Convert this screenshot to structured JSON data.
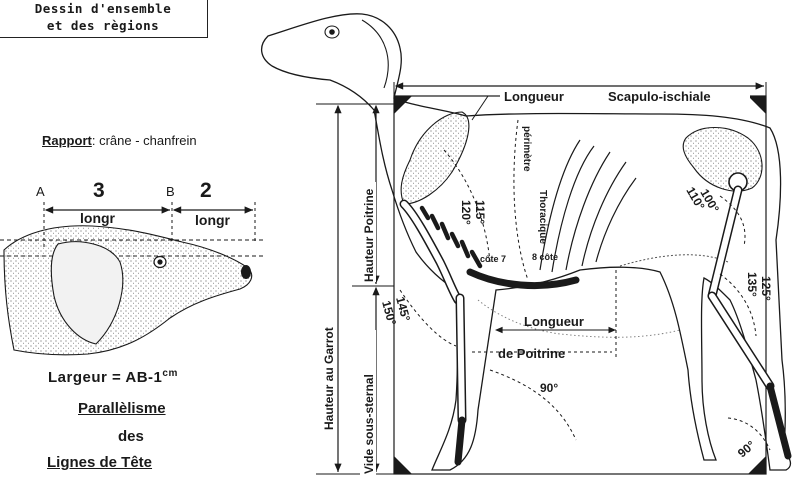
{
  "title": {
    "line1": "Dessin  d'ensemble",
    "line2": "et  des  règions"
  },
  "head_study": {
    "rapport_label": "Rapport",
    "rapport_text": ": crâne - chanfrein",
    "marker_a": "A",
    "marker_b": "B",
    "ratio_skull": "3",
    "ratio_muzzle": "2",
    "long_label_1": "longr",
    "long_label_2": "longr",
    "largeur": "Largeur = AB-1",
    "largeur_unit": "cm",
    "parallelisme": "Parallèlisme",
    "des": "des",
    "lignes": "Lignes de Tête"
  },
  "dog": {
    "scapulo_longueur": "Longueur",
    "scapulo_label": "Scapulo-ischiale",
    "perimetre": "périmètre",
    "thoracique": "Thoracique",
    "cote7": "côte 7",
    "cote8": "8 côte",
    "hauteur_garrot": "Hauteur    au    Garrot",
    "hauteur_poitrine": "Hauteur  Poitrine",
    "vide_sous_sternal": "Vide  sous-sternal",
    "longueur_poitrine_1": "Longueur",
    "longueur_poitrine_2": "de   Poitrine",
    "angles": {
      "a115": "115°",
      "a120": "120°",
      "a100": "100°",
      "a110": "110°",
      "a135": "135°",
      "a125": "125°",
      "a145": "145°",
      "a150": "150°",
      "a90_front": "90°",
      "a90_rear": "90°"
    }
  }
}
